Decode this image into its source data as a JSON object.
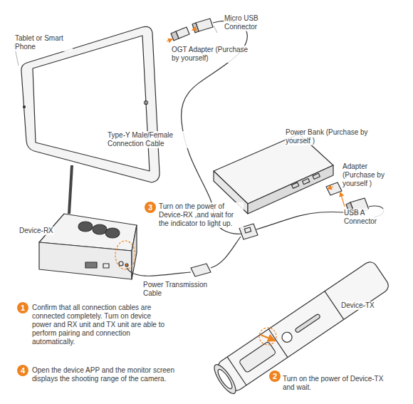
{
  "diagram": {
    "labels": [
      "Tablet or Smart Phone",
      "OGT Adapter (Purchase by yourself)",
      "Micro USB Connector",
      "Type-Y Male/Female Connection Cable",
      "Power Bank (Purchase by yourself )",
      "Adapter (Purchase by yourself )",
      "USB A Connector",
      "3",
      "Turn on the power of Device-RX ,and wait for the indicator to light up.",
      "Device-RX",
      "Power Transmission Cable",
      "1",
      "Confirm that all connection cables are connected completely. Turn on device power and RX unit and TX unit are able to perform pairing and connection automatically.",
      "Device-TX",
      "4",
      "Open the device APP and the monitor screen displays the shooting range of the camera.",
      "2",
      "Turn on the power of Device-TX and wait."
    ]
  }
}
